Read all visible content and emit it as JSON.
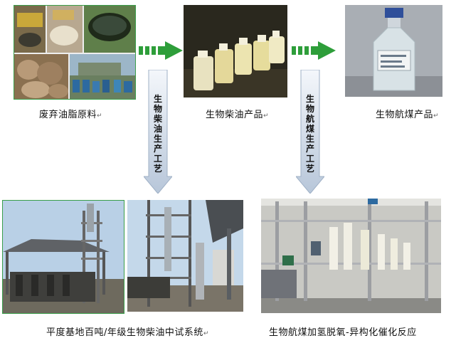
{
  "captions": {
    "waste_oil": "废弃油脂原料",
    "biodiesel": "生物柴油产品",
    "jet_fuel": "生物航煤产品",
    "pilot_system": "平度基地百吨/年级生物柴油中试系统",
    "hydro_reaction": "生物航煤加氢脱氧-异构化催化反应"
  },
  "process_labels": {
    "biodiesel_process": "生物柴油生产工艺",
    "jetfuel_process": "生物航煤生产工艺"
  },
  "paragraph_mark": "↵",
  "colors": {
    "green_arrow": "#2e9e3a",
    "process_arrow_top": "#f4f7fb",
    "process_arrow_bottom": "#b7c6d9",
    "photo_border": "#2e9e3a"
  }
}
